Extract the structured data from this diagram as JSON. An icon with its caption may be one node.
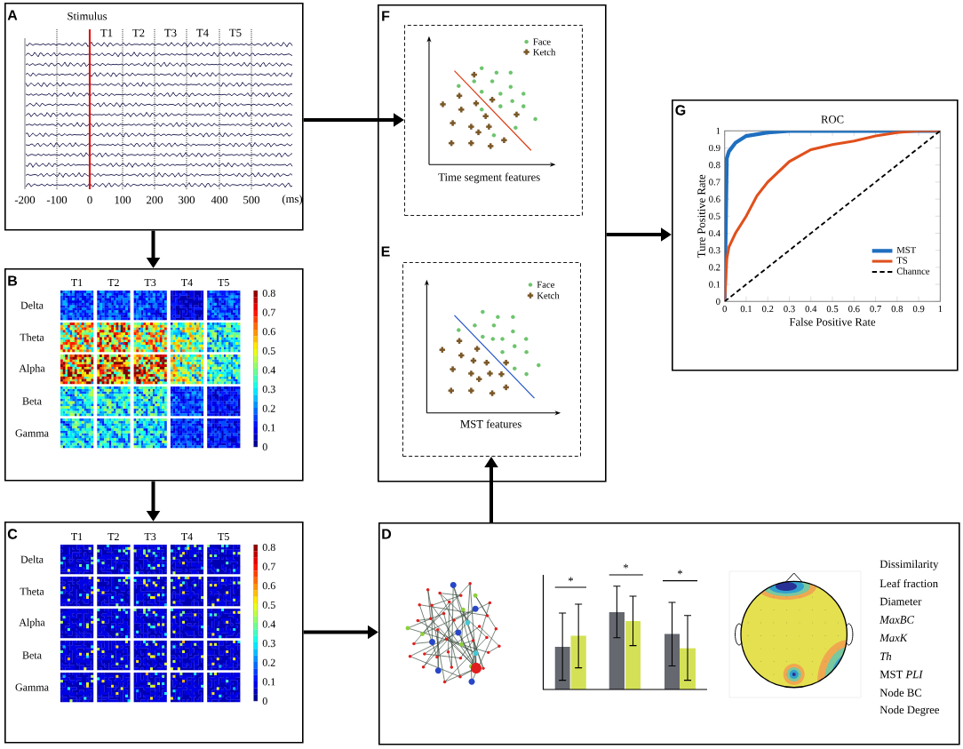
{
  "diagram": {
    "nodes": [
      {
        "text": [
          "A",
          "Stimulus",
          "T1",
          "T2",
          "T3",
          "T4",
          "T5",
          "-200",
          "-100",
          "0",
          "100",
          "200",
          "300",
          "400",
          "500",
          "(ms)"
        ]
      },
      {
        "text": [
          "B",
          "T1",
          "T2",
          "T3",
          "T4",
          "T5",
          "Delta",
          "Theta",
          "Alpha",
          "Beta",
          "Gamma",
          "0.8",
          "0.7",
          "0.6",
          "0.5",
          "0.4",
          "0.3",
          "0.2",
          "0.1",
          "0"
        ]
      },
      {
        "text": [
          "C",
          "T1",
          "T2",
          "T3",
          "T4",
          "T5",
          "Delta",
          "Theta",
          "Alpha",
          "Beta",
          "Gamma",
          "0.8",
          "0.7",
          "0.6",
          "0.5",
          "0.4",
          "0.3",
          "0.2",
          "0.1",
          "0"
        ]
      },
      {
        "text": [
          "F",
          "E"
        ]
      },
      {
        "text": [
          "Time segment features"
        ],
        "in": 3
      },
      {
        "text": [
          "MST features"
        ],
        "in": 3
      },
      {
        "text": [
          "D",
          "*",
          "*",
          "*",
          "Dissimilarity",
          "Leaf fraction",
          "Diameter",
          "MaxBC",
          "MaxK",
          "Th",
          "MST *PLI*",
          "Node BC",
          "Node Degree"
        ]
      },
      {
        "text": [
          "G"
        ]
      }
    ],
    "edges": [
      {
        "from": 0,
        "to": 1,
        "arrow": "to"
      },
      {
        "from": 1,
        "to": 2,
        "arrow": "to"
      },
      {
        "from": 0,
        "to": 4,
        "arrow": "to"
      },
      {
        "from": 2,
        "to": 6,
        "arrow": "to"
      },
      {
        "from": 6,
        "to": 5,
        "arrow": "to"
      },
      {
        "from": 3,
        "to": 7,
        "arrow": "to"
      }
    ],
    "chart_data": {
      "type": "line",
      "title": "ROC",
      "xlabel": "False Positive Rate",
      "ylabel": "Ture Positive Rate",
      "x": [
        0,
        0.01,
        0.02,
        0.05,
        0.1,
        0.15,
        0.2,
        0.3,
        0.4,
        0.5,
        0.6,
        0.7,
        0.8,
        0.9,
        1
      ],
      "series": [
        {
          "name": "MST",
          "color": "#1f6fc0",
          "values": [
            0,
            0.84,
            0.88,
            0.93,
            0.97,
            0.98,
            0.99,
            1,
            1,
            1,
            1,
            1,
            1,
            1,
            1
          ]
        },
        {
          "name": "TS",
          "color": "#e0501c",
          "values": [
            0,
            0.25,
            0.32,
            0.4,
            0.5,
            0.62,
            0.7,
            0.82,
            0.89,
            0.92,
            0.94,
            0.97,
            0.99,
            1,
            1
          ]
        },
        {
          "name": "Channce",
          "color": "#000000",
          "line_style": "dashed",
          "values": [
            0,
            0.01,
            0.02,
            0.05,
            0.1,
            0.15,
            0.2,
            0.3,
            0.4,
            0.5,
            0.6,
            0.7,
            0.8,
            0.9,
            1
          ]
        }
      ],
      "legend": true,
      "xlim": [
        0,
        1
      ],
      "ylim": [
        0,
        1
      ],
      "xticks": [
        0,
        0.1,
        0.2,
        0.3,
        0.4,
        0.5,
        0.6,
        0.7,
        0.8,
        0.9,
        1
      ],
      "yticks": [
        0,
        0.1,
        0.2,
        0.3,
        0.4,
        0.5,
        0.6,
        0.7,
        0.8,
        0.9,
        1
      ]
    },
    "legend": [
      {
        "text": "Face"
      },
      {
        "text": "Ketch"
      },
      {
        "text": "Face"
      },
      {
        "text": "Ketch"
      }
    ]
  }
}
